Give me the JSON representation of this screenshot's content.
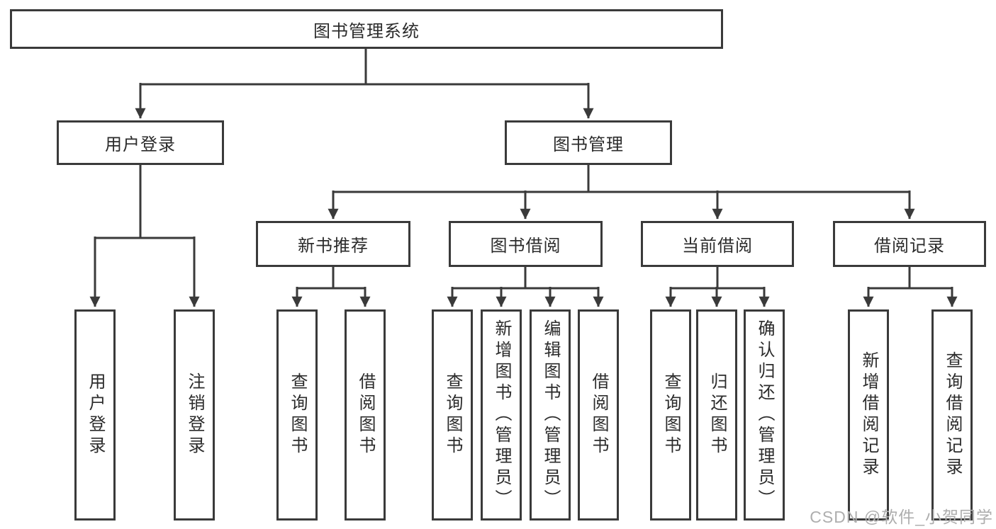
{
  "colors": {
    "line": "#3a3a3a",
    "text": "#2b2b2b",
    "watermark_text": "#aeaeae",
    "background": "#ffffff"
  },
  "tree": {
    "root": {
      "label": "图书管理系统"
    },
    "branches": [
      {
        "label": "用户登录",
        "children": [
          {
            "label": "用户登录"
          },
          {
            "label": "注销登录"
          }
        ]
      },
      {
        "label": "图书管理",
        "children": [
          {
            "label": "新书推荐",
            "children": [
              {
                "label": "查询图书"
              },
              {
                "label": "借阅图书"
              }
            ]
          },
          {
            "label": "图书借阅",
            "children": [
              {
                "label": "查询图书"
              },
              {
                "label": "新增图书（管理员）"
              },
              {
                "label": "编辑图书（管理员）"
              },
              {
                "label": "借阅图书"
              }
            ]
          },
          {
            "label": "当前借阅",
            "children": [
              {
                "label": "查询图书"
              },
              {
                "label": "归还图书"
              },
              {
                "label": "确认归还（管理员）"
              }
            ]
          },
          {
            "label": "借阅记录",
            "children": [
              {
                "label": "新增借阅记录"
              },
              {
                "label": "查询借阅记录"
              }
            ]
          }
        ]
      }
    ]
  },
  "watermark": {
    "text": "CSDN @软件_小贺同学"
  }
}
